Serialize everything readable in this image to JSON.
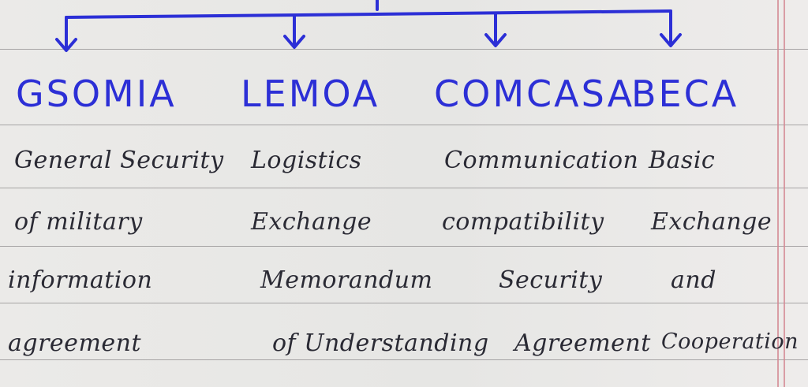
{
  "diagram": {
    "line_color": "#2c2fd6",
    "ink_color": "#2a2a34",
    "nodes": [
      {
        "acronym": "GSOMIA",
        "lines": [
          "General Security",
          "of military",
          "information",
          "agreement"
        ]
      },
      {
        "acronym": "LEMOA",
        "lines": [
          "Logistics",
          "Exchange",
          "Memorandum",
          "of Understanding"
        ]
      },
      {
        "acronym": "COMCASA",
        "lines": [
          "Communication",
          "compatibility",
          "Security",
          "Agreement"
        ]
      },
      {
        "acronym": "BECA",
        "lines": [
          "Basic",
          "Exchange",
          "and",
          "Cooperation"
        ]
      }
    ]
  }
}
